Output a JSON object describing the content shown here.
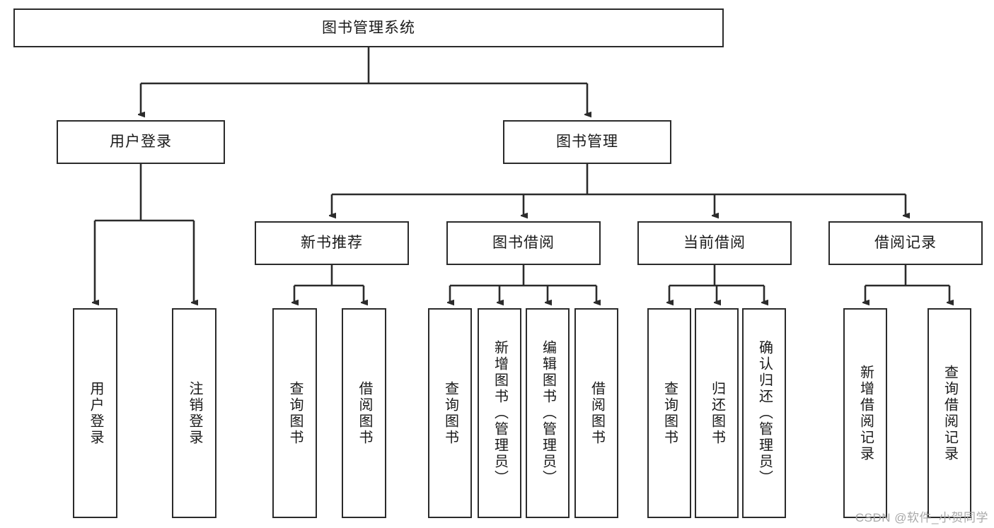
{
  "diagram": {
    "title": "图书管理系统",
    "type": "tree-hierarchy-diagram",
    "root": {
      "label": "图书管理系统"
    },
    "level2": [
      {
        "label": "用户登录"
      },
      {
        "label": "图书管理"
      }
    ],
    "level3": [
      {
        "label": "新书推荐"
      },
      {
        "label": "图书借阅"
      },
      {
        "label": "当前借阅"
      },
      {
        "label": "借阅记录"
      }
    ],
    "leaves": {
      "user_login": [
        {
          "label": "用户登录"
        },
        {
          "label": "注销登录"
        }
      ],
      "new_book_recommend": [
        {
          "label": "查询图书"
        },
        {
          "label": "借阅图书"
        }
      ],
      "book_borrow": [
        {
          "label": "查询图书"
        },
        {
          "label": "新增图书（管理员）"
        },
        {
          "label": "编辑图书（管理员）"
        },
        {
          "label": "借阅图书"
        }
      ],
      "current_borrow": [
        {
          "label": "查询图书"
        },
        {
          "label": "归还图书"
        },
        {
          "label": "确认归还（管理员）"
        }
      ],
      "borrow_records": [
        {
          "label": "新增借阅记录"
        },
        {
          "label": "查询借阅记录"
        }
      ]
    }
  },
  "watermark": {
    "text": "CSDN @软件_小贺同学"
  },
  "colors": {
    "stroke": "#2b2b2b",
    "background": "#ffffff",
    "text": "#1a1a1a",
    "watermark": "#a9a9a9"
  }
}
